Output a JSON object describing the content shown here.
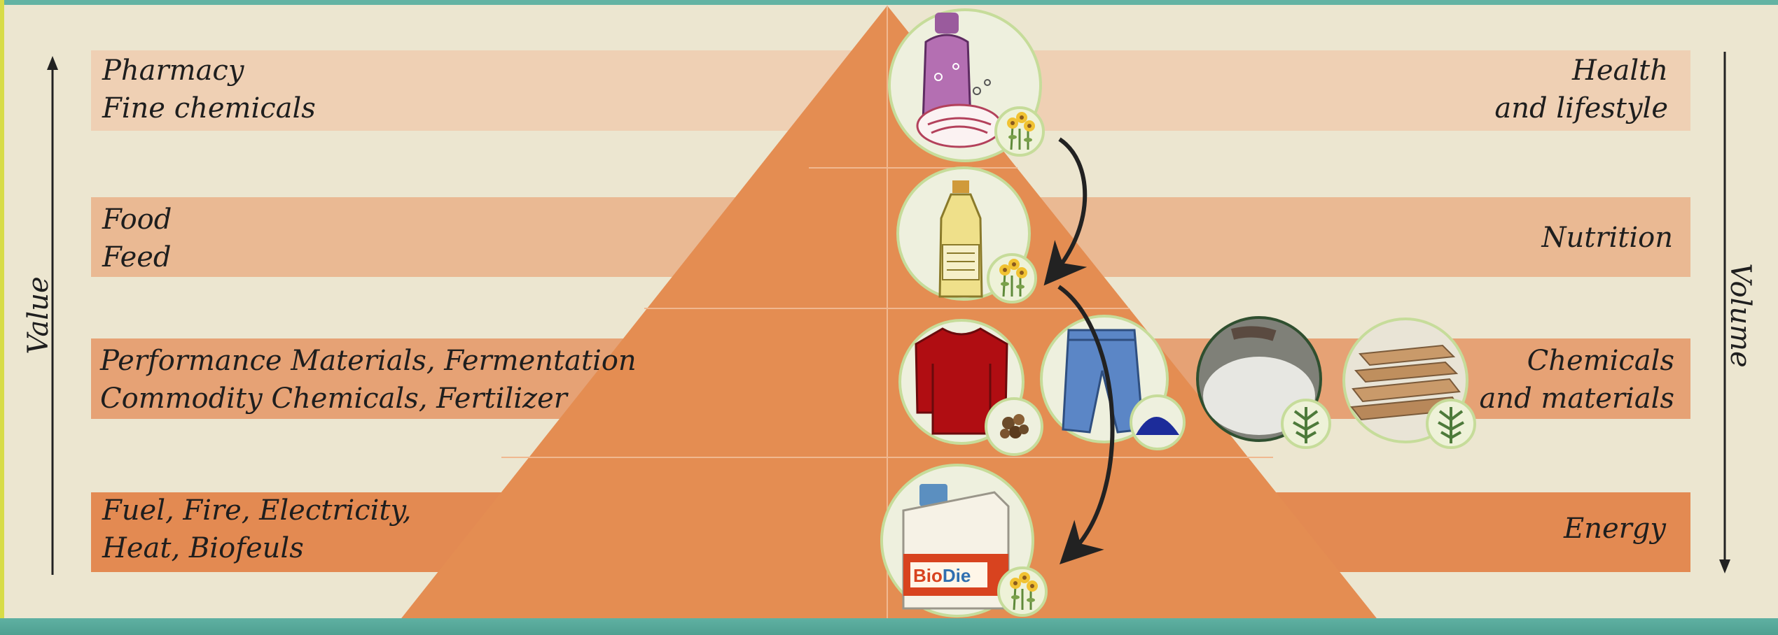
{
  "axes": {
    "left": "Value",
    "right": "Volume"
  },
  "tiers": [
    {
      "left": [
        "Pharmacy",
        "Fine chemicals"
      ],
      "right": [
        "Health",
        "and lifestyle"
      ]
    },
    {
      "left": [
        "Food",
        "Feed"
      ],
      "right": [
        "Nutrition"
      ]
    },
    {
      "left": [
        "Performance Materials, Fermentation",
        "Commodity Chemicals, Fertilizer"
      ],
      "right": [
        "Chemicals",
        "and materials"
      ]
    },
    {
      "left": [
        "Fuel, Fire, Electricity,",
        "Heat, Biofeuls"
      ],
      "right": [
        "Energy"
      ]
    }
  ],
  "illustrations": {
    "tier1": [
      "cosmetic-bottle",
      "soap",
      "sunflower-plant"
    ],
    "tier2": [
      "oil-bottle",
      "sunflower-plant"
    ],
    "tier3": [
      "red-sweater",
      "wood-chips",
      "jeans",
      "indigo-powder",
      "fiber-disc",
      "herb-plant",
      "fiberboard-panels",
      "herb-plant"
    ],
    "tier4": [
      "biodiesel-canister",
      "sunflower-plant"
    ]
  },
  "biodiesel_label": "BioDie",
  "colors": {
    "background": "#ece6d0",
    "teal_frame": "#63b3a3",
    "pyramid": "#e48d52",
    "band_top": "#efd0b4",
    "band_bottom": "#e38a52",
    "circle_border": "#c6dc9a",
    "arrow": "#222222"
  }
}
